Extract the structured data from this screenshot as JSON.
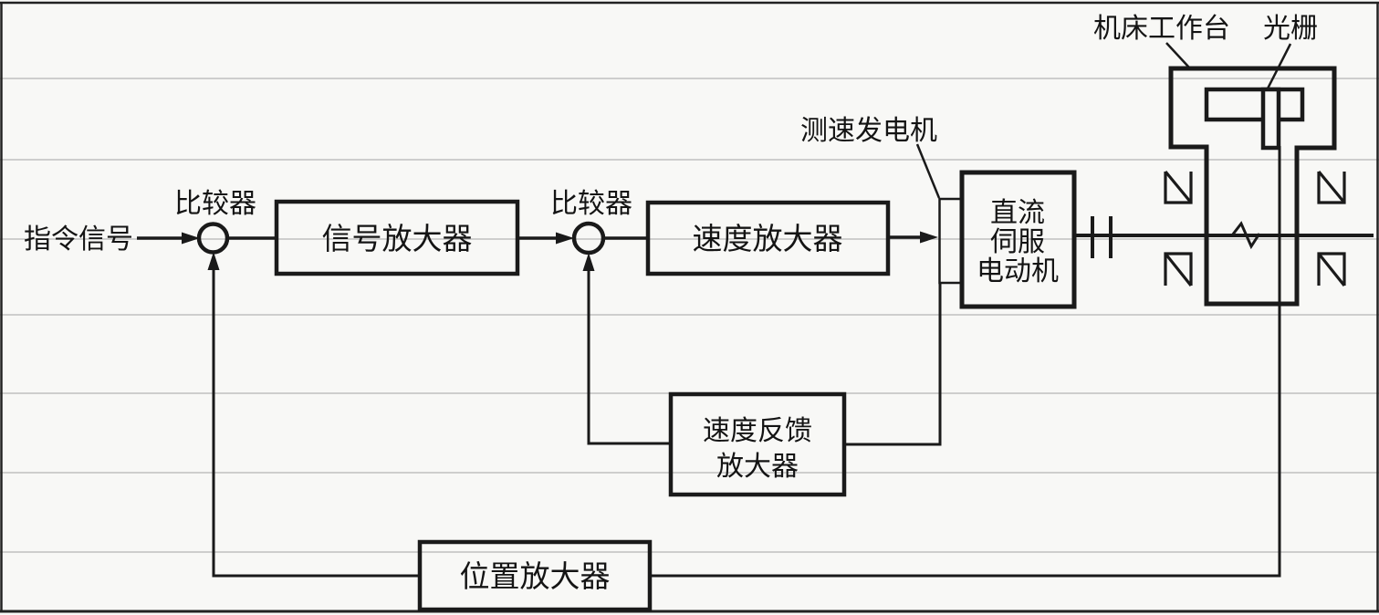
{
  "diagram": {
    "type": "control-block-diagram",
    "labels": {
      "command_signal": "指令信号",
      "comparator_left": "比较器",
      "comparator_right": "比较器",
      "signal_amplifier": "信号放大器",
      "speed_amplifier": "速度放大器",
      "tachogenerator": "测速发电机",
      "motor": {
        "line1": "直流",
        "line2": "伺服",
        "line3": "电动机"
      },
      "speed_feedback_amplifier": {
        "line1": "速度反馈",
        "line2": "放大器"
      },
      "position_amplifier": "位置放大器",
      "worktable": "机床工作台",
      "grating": "光栅"
    },
    "colors": {
      "ink": "#1a1a1a",
      "paper": "#f8f8f6",
      "ruling": "#b5b5b5"
    }
  }
}
